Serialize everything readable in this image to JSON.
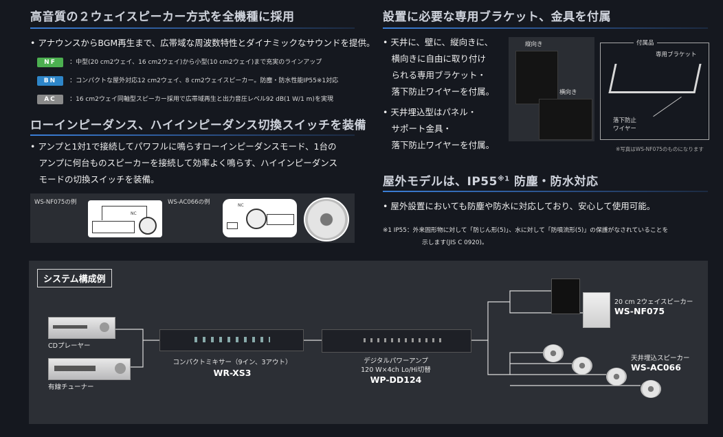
{
  "left": {
    "section1": {
      "title": "高音質の２ウェイスピーカー方式を全機種に採用",
      "bullet": "アナウンスからBGM再生まで、広帯域な周波数特性とダイナミックなサウンドを提供。",
      "rows": [
        {
          "tag": "NF",
          "color": "#4caf50",
          "text": "：中型(20 cm2ウェイ、16 cm2ウェイ)から小型(10 cm2ウェイ)まで充実のラインアップ"
        },
        {
          "tag": "BN",
          "color": "#2e86c9",
          "text": "：コンパクトな屋外対応12 cm2ウェイ、8 cm2ウェイスピーカー。防塵・防水性能IP55※1対応"
        },
        {
          "tag": "AC",
          "color": "#8a8a8a",
          "text": "：16 cm2ウェイ同軸型スピーカー採用で広帯域再生と出力音圧レベル92 dB(1 W/1 m)を実現"
        }
      ]
    },
    "section2": {
      "title": "ローインピーダンス、ハイインピーダンス切換スイッチを装備",
      "lines": [
        "• アンプと1対1で接続してパワフルに鳴らすローインピーダンスモード、1台の",
        "　アンプに何台ものスピーカーを接続して効率よく鳴らす、ハイインピーダンス",
        "　モードの切換スイッチを装備。"
      ],
      "example1": "WS-NF075の例",
      "example2": "WS-AC066の例",
      "nc": "NC"
    }
  },
  "right": {
    "section1": {
      "title": "設置に必要な専用ブラケット、金具を付属",
      "bullet1_lines": [
        "• 天井に、壁に、縦向きに、",
        "　横向きに自由に取り付け",
        "　られる専用ブラケット・",
        "　落下防止ワイヤーを付属。"
      ],
      "bullet2_lines": [
        "• 天井埋込型はパネル・",
        "　サポート金具・",
        "　落下防止ワイヤーを付属。"
      ],
      "photo_vertical": "縦向き",
      "photo_horizontal": "横向き",
      "accessories": "付属品",
      "bracket": "専用ブラケット",
      "wire_line1": "落下防止",
      "wire_line2": "ワイヤー",
      "photo_note": "※写真はWS-NF075のものになります"
    },
    "section2": {
      "title": "屋外モデルは、IP55",
      "title_sup": "※1",
      "title_tail": " 防塵・防水対応",
      "bullet": "屋外設置においても防塵や防水に対応しており、安心して使用可能。",
      "note_line1": "※1  IP55：外来固形物に対して「防じん形(5)」、水に対して「防噴流形(5)」の保護がなされていることを",
      "note_line2": "示します(JIS C 0920)。"
    }
  },
  "system": {
    "title": "システム構成例",
    "cd_label": "CDプレーヤー",
    "tuner_label": "有線チューナー",
    "mixer_desc": "コンパクトミキサー（9イン、3アウト）",
    "mixer_model": "WR-XS3",
    "amp_desc1": "デジタルパワーアンプ",
    "amp_desc2": "120 W×4ch Lo/Hi切替",
    "amp_model": "WP-DD124",
    "spk1_desc": "20 cm 2ウェイスピーカー",
    "spk1_model": "WS-NF075",
    "spk2_desc": "天井埋込スピーカー",
    "spk2_model": "WS-AC066"
  },
  "colors": {
    "accent": "#3b7fd8",
    "background": "#15181f",
    "panel": "#2a2d33"
  }
}
